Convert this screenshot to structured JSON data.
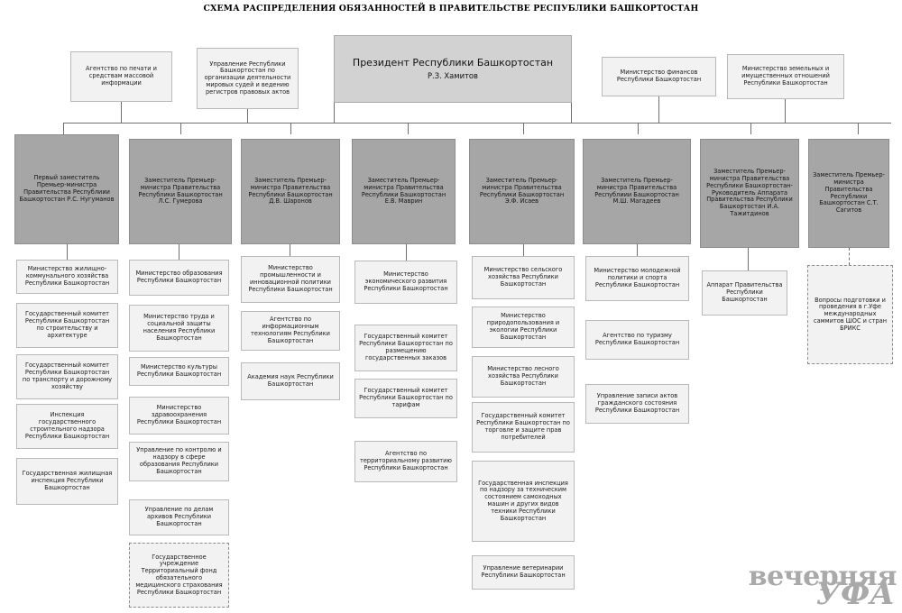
{
  "title": "СХЕМА РАСПРЕДЕЛЕНИЯ ОБЯЗАННОСТЕЙ В ПРАВИТЕЛЬСТВЕ РЕСПУБЛИКИ БАШКОРТОСТАН",
  "colors": {
    "page_background": "#ffffff",
    "light_box_fill": "#f2f2f2",
    "light_box_border": "#b9b9b9",
    "dark_box_fill": "#a6a6a6",
    "dark_box_border": "#8d8d8d",
    "president_box_fill": "#d2d2d2",
    "connector_line": "#6f6f6f",
    "watermark": "#a9a9a9",
    "text": "#1a1a1a"
  },
  "president": {
    "office": "Президент Республики Башкортостан",
    "name": "Р.З. Хамитов"
  },
  "top_row": [
    {
      "label": "Агентство по печати и средствам массовой информации"
    },
    {
      "label": "Управление Республики Башкортостан по организации деятельности мировых судей и ведению регистров правовых актов"
    },
    {
      "label": "Министерство финансов Республики Башкортостан"
    },
    {
      "label": "Министерство земельных и имущественных отношений Республики Башкортостан"
    }
  ],
  "deputies": [
    {
      "label": "Первый заместитель Премьер-министра Правительства Республиии Башкортостан Р.С. Нугуманов"
    },
    {
      "label": "Заместитель Премьер-министра Правительства Республики Башкортостан Л.С. Гумерова"
    },
    {
      "label": "Заместитель Премьер-министра  Правительства Республики Башкортостан Д.В. Шаронов"
    },
    {
      "label": "Заместитель Премьер-министра  Правительства Республики Башкортостан Е.В. Маврин"
    },
    {
      "label": "Заместитель Премьер-министра  Правительства Республики Башкортостан Э.Ф. Исаев"
    },
    {
      "label": "Заместитель Премьер-министра Правительства Республиии Башкортостан М.Ш. Магадеев"
    },
    {
      "label": "Заместитель   Премьер-министра Правительства Республики Башкортостан-Руководитель Аппарата Правительства Республики Башкортостан И.А. Тажитдинов"
    },
    {
      "label": "Заместитель Премьер-министра Правительства Республики Башкортостан С.Т. Сагитов"
    }
  ],
  "columns": [
    {
      "items": [
        {
          "label": "Министерство жилищно-коммунального хозяйства Республики Башкортостан",
          "style": "solid"
        },
        {
          "label": "Государственный комитет Республики Башкортостан по строительству и архитектуре",
          "style": "solid"
        },
        {
          "label": "Государственный комитет Республики Башкортостан по транспорту и дорожному хозяйству",
          "style": "solid"
        },
        {
          "label": "Инспекция государственного строительного надзора Республики Башкортостан",
          "style": "solid"
        },
        {
          "label": "Государственная жилищная инспекция Республики Башкортостан",
          "style": "solid"
        }
      ]
    },
    {
      "items": [
        {
          "label": "Министерство образования Республики Башкортостан",
          "style": "solid"
        },
        {
          "label": "Министерство труда и социальной защиты населения Республики Башкортостан",
          "style": "solid"
        },
        {
          "label": "Министерство культуры Республики Башкортостан",
          "style": "solid"
        },
        {
          "label": "Министерство здравоохранения Республики Башкортостан",
          "style": "solid"
        },
        {
          "label": "Управление по контролю и надзору в сфере образования Республики Башкортостан",
          "style": "solid"
        },
        {
          "label": "Управление по делам архивов Республики Башкортостан",
          "style": "solid"
        },
        {
          "label": "Государственное учреждение Территориальный фонд обязательного медицинского страхования Республики Башкортостан",
          "style": "dashed"
        }
      ]
    },
    {
      "items": [
        {
          "label": "Министерство промышленности и инновационной политики Республики Башкортостан",
          "style": "solid"
        },
        {
          "label": "Агентство по информационным технологиям Республики Башкортостан",
          "style": "solid"
        },
        {
          "label": "Академия наук Республики Башкортостан",
          "style": "solid"
        }
      ]
    },
    {
      "items": [
        {
          "label": "Министерство экономического развития Республики Башкортостан",
          "style": "solid"
        },
        {
          "label": "Государственный комитет Республики Башкортостан по размещению государственных заказов",
          "style": "solid"
        },
        {
          "label": "Государственный комитет Республики Башкортостан по тарифам",
          "style": "solid"
        },
        {
          "label": "Агентство по территориальному развитию Республики Башкортостан",
          "style": "solid"
        }
      ]
    },
    {
      "items": [
        {
          "label": "Министерство сельского хозяйства Республики Башкортостан",
          "style": "solid"
        },
        {
          "label": "Министерство природопользования и экологии Республики Башкортостан",
          "style": "solid"
        },
        {
          "label": "Министерство лесного хозяйства Республики Башкортостан",
          "style": "solid"
        },
        {
          "label": "Государственный комитет Республики Башкортостан по торговле и защите прав потребителей",
          "style": "solid"
        },
        {
          "label": "Государственная инспекция по надзору за техническим состоянием самоходных машин и других видов техники Республики Башкортостан",
          "style": "solid"
        },
        {
          "label": "Управление ветеринарии Республики Башкортостан",
          "style": "solid"
        }
      ]
    },
    {
      "items": [
        {
          "label": "Министерство молодежной политики и спорта Республики Башкортостан",
          "style": "solid"
        },
        {
          "label": "Агентство по  туризму Республики Башкортостан",
          "style": "solid"
        },
        {
          "label": "Управление записи актов гражданского состояния Республики Башкортостан",
          "style": "solid"
        }
      ]
    },
    {
      "items": [
        {
          "label": "Аппарат Правительства Республики Башкортостан",
          "style": "solid"
        }
      ]
    },
    {
      "items": [
        {
          "label": "Вопросы подготовки и проведения в г.Уфе международных саммитов ШОС и стран БРИКС",
          "style": "dashed"
        }
      ]
    }
  ],
  "watermark": {
    "line1": "вечерняя",
    "line2": "УФА"
  }
}
